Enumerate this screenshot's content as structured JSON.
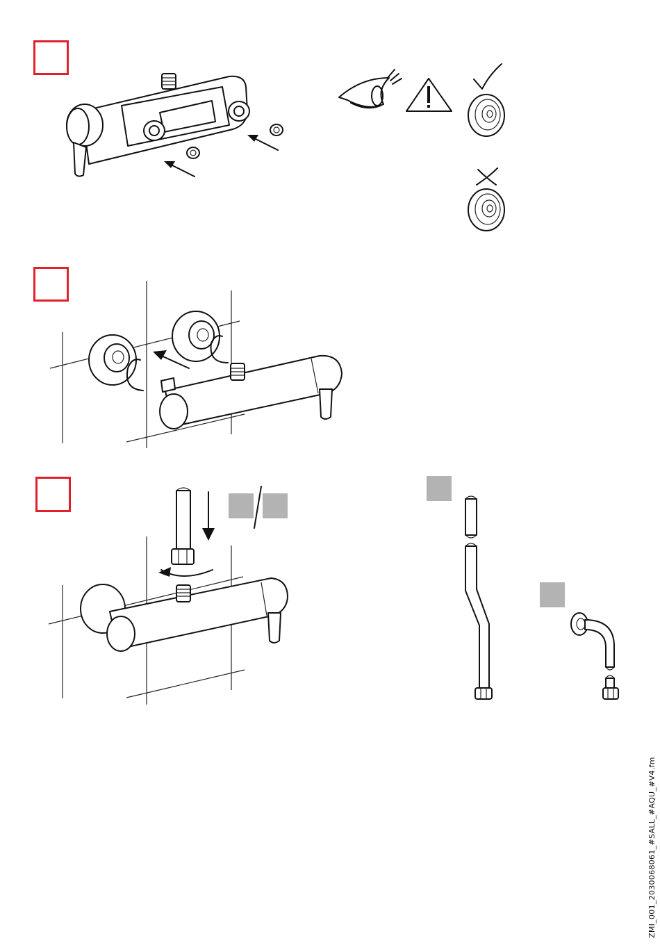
{
  "document": {
    "footer_code": "ZMI_001_2030068061_#SALL_#AQU_#V4.fm"
  },
  "steps": [
    {
      "id": 1,
      "box_color": "#e0202a"
    },
    {
      "id": 2,
      "box_color": "#e0202a"
    },
    {
      "id": 3,
      "box_color": "#e0202a"
    }
  ],
  "icons": {
    "inspect": "eye-icon",
    "warning": "warning-triangle-icon",
    "correct": "checkmark-icon",
    "incorrect": "cross-icon"
  },
  "colors": {
    "step_box": "#e0202a",
    "variant_box": "#b3b3b3",
    "line": "#111111"
  }
}
